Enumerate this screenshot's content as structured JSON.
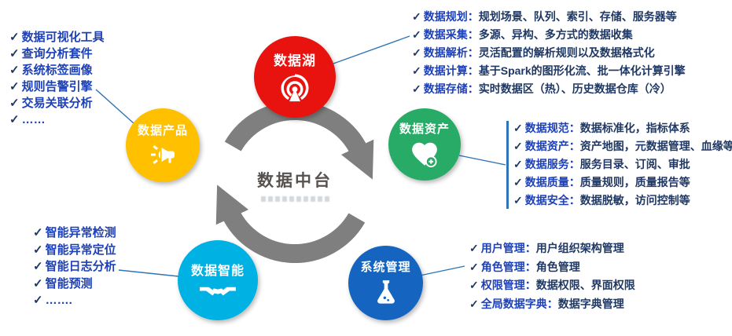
{
  "center": {
    "title": "数据中台"
  },
  "marks": {
    "check": "✓"
  },
  "colors": {
    "lake": "#e8120e",
    "assets": "#27ab66",
    "system": "#1565c0",
    "intelligence": "#00b1e4",
    "products": "#ffc000",
    "ring": "#7f7f7f",
    "connector": "#2e75b6",
    "label_blue": "#1d41b8",
    "desc_blue": "#1f3864",
    "check": "#1f3864",
    "center_text": "#575250"
  },
  "nodes": {
    "lake": {
      "label": "数据湖",
      "icon": "broadcast-tower-icon"
    },
    "assets": {
      "label": "数据资产",
      "icon": "heart-plus-icon"
    },
    "system": {
      "label": "系统管理",
      "icon": "flask-icon"
    },
    "intelligence": {
      "label": "数据智能",
      "icon": "handshake-icon"
    },
    "products": {
      "label": "数据产品",
      "icon": "megaphone-icon"
    }
  },
  "lists": {
    "products": {
      "items": [
        {
          "text": "数据可视化工具"
        },
        {
          "text": "查询分析套件"
        },
        {
          "text": "系统标签画像"
        },
        {
          "text": "规则告警引擎"
        },
        {
          "text": "交易关联分析"
        },
        {
          "text": "……"
        }
      ]
    },
    "lake": {
      "items": [
        {
          "label": "数据规划：",
          "desc": "规划场景、队列、索引、存储、服务器等"
        },
        {
          "label": "数据采集：",
          "desc": "多源、异构、多方式的数据收集"
        },
        {
          "label": "数据解析：",
          "desc": "灵活配置的解析规则以及数据格式化"
        },
        {
          "label": "数据计算：",
          "desc": "基于Spark的图形化流、批一体化计算引擎"
        },
        {
          "label": "数据存储：",
          "desc": "实时数据区（热）、历史数据仓库（冷）"
        }
      ]
    },
    "assets": {
      "items": [
        {
          "label": "数据规范：",
          "desc": "数据标准化，指标体系"
        },
        {
          "label": "数据资产：",
          "desc": "资产地图，元数据管理、血缘等"
        },
        {
          "label": "数据服务：",
          "desc": "服务目录、订阅、审批"
        },
        {
          "label": "数据质量：",
          "desc": "质量规则，质量报告等"
        },
        {
          "label": "数据安全：",
          "desc": "数据脱敏，访问控制等"
        }
      ]
    },
    "intelligence": {
      "items": [
        {
          "text": "智能异常检测"
        },
        {
          "text": "智能异常定位"
        },
        {
          "text": "智能日志分析"
        },
        {
          "text": "智能预测"
        },
        {
          "text": "……."
        }
      ]
    },
    "system": {
      "items": [
        {
          "label": "用户管理：",
          "desc": "用户组织架构管理"
        },
        {
          "label": "角色管理：",
          "desc": "角色管理"
        },
        {
          "label": "权限管理：",
          "desc": "数据权限、界面权限"
        },
        {
          "label": "全局数据字典：",
          "desc": "数据字典管理"
        }
      ]
    }
  }
}
